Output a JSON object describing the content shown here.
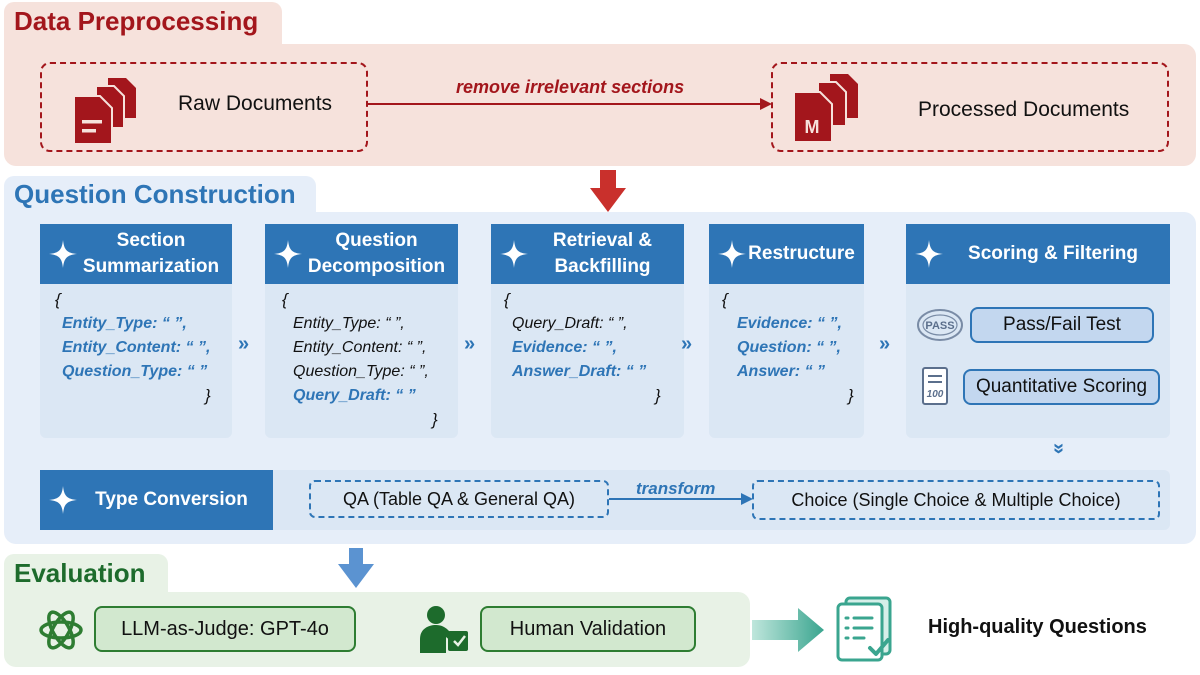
{
  "data_preprocessing": {
    "title": "Data Preprocessing",
    "raw_label": "Raw Documents",
    "processed_label": "Processed Documents",
    "arrow_label": "remove irrelevant sections"
  },
  "question_construction": {
    "title": "Question Construction",
    "steps": [
      {
        "title_lines": [
          "Section",
          "Summarization"
        ],
        "open": "{",
        "lines": [
          {
            "text": "Entity_Type: “ ”,",
            "highlight": true
          },
          {
            "text": "Entity_Content: “ ”,",
            "highlight": true
          },
          {
            "text": "Question_Type: “ ”",
            "highlight": true
          }
        ],
        "close": "}"
      },
      {
        "title_lines": [
          "Question",
          "Decomposition"
        ],
        "open": "{",
        "lines": [
          {
            "text": "Entity_Type: “ ”,",
            "highlight": false
          },
          {
            "text": "Entity_Content: “ ”,",
            "highlight": false
          },
          {
            "text": "Question_Type: “ ”,",
            "highlight": false
          },
          {
            "text": "Query_Draft: “ ”",
            "highlight": true
          }
        ],
        "close": "}"
      },
      {
        "title_lines": [
          "Retrieval &",
          "Backfilling"
        ],
        "open": "{",
        "lines": [
          {
            "text": "Query_Draft: “ ”,",
            "highlight": false
          },
          {
            "text": "Evidence: “ ”,",
            "highlight": true
          },
          {
            "text": "Answer_Draft: “ ”",
            "highlight": true
          }
        ],
        "close": "}"
      },
      {
        "title_lines": [
          "Restructure"
        ],
        "open": "{",
        "lines": [
          {
            "text": "Evidence: “ ”,",
            "highlight": true
          },
          {
            "text": "Question: “ ”,",
            "highlight": true
          },
          {
            "text": "Answer: “ ”",
            "highlight": true
          }
        ],
        "close": "}"
      }
    ],
    "scoring": {
      "title": "Scoring & Filtering",
      "pass_fail": "Pass/Fail Test",
      "quantitative": "Quantitative Scoring",
      "pass_stamp": "PASS",
      "score_stamp": "100"
    },
    "separator": "»",
    "down_separator": "»",
    "type_conversion": {
      "title": "Type Conversion",
      "source": "QA (Table QA & General QA)",
      "arrow_label": "transform",
      "target": "Choice (Single Choice & Multiple Choice)"
    }
  },
  "evaluation": {
    "title": "Evaluation",
    "llm_judge": "LLM-as-Judge: GPT-4o",
    "human_validation": "Human Validation",
    "output_label": "High-quality Questions"
  },
  "colors": {
    "red": "#a3161c",
    "blue": "#2e75b6",
    "green": "#2e7d32",
    "teal": "#3aa58f"
  },
  "icons": {
    "raw": "stacked-documents-icon",
    "processed": "stacked-markdown-icon",
    "step": "sparkle-star-icon",
    "pass": "pass-stamp-icon",
    "score": "scorecard-icon",
    "openai": "openai-logo-icon",
    "human": "human-reviewer-icon",
    "checklist": "checklist-icon"
  }
}
